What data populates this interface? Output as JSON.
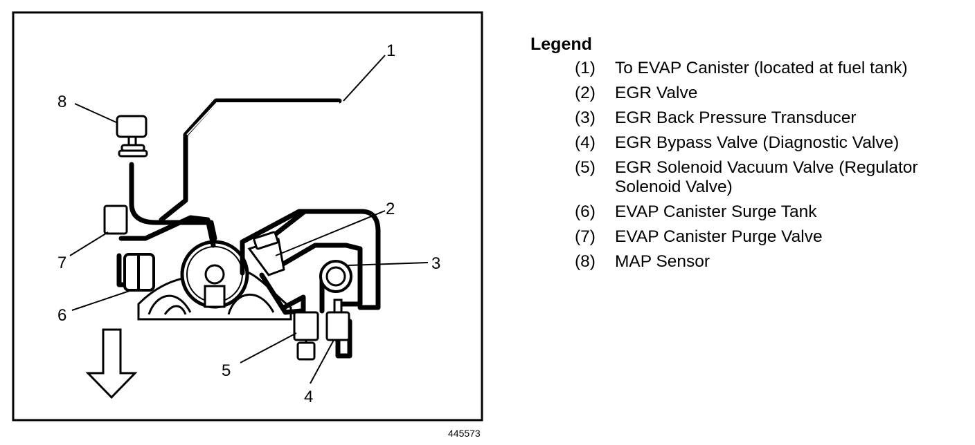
{
  "diagram": {
    "figure_id": "445573",
    "callouts": [
      "1",
      "2",
      "3",
      "4",
      "5",
      "6",
      "7",
      "8"
    ]
  },
  "legend": {
    "title": "Legend",
    "items": [
      {
        "num": "(1)",
        "text": "To EVAP Canister (located at fuel tank)"
      },
      {
        "num": "(2)",
        "text": "EGR Valve"
      },
      {
        "num": "(3)",
        "text": "EGR Back Pressure Transducer"
      },
      {
        "num": "(4)",
        "text": "EGR Bypass Valve (Diagnostic Valve)"
      },
      {
        "num": "(5)",
        "text": "EGR Solenoid Vacuum Valve (Regulator Solenoid Valve)"
      },
      {
        "num": "(6)",
        "text": "EVAP Canister Surge Tank"
      },
      {
        "num": "(7)",
        "text": "EVAP Canister Purge Valve"
      },
      {
        "num": "(8)",
        "text": "MAP Sensor"
      }
    ]
  }
}
